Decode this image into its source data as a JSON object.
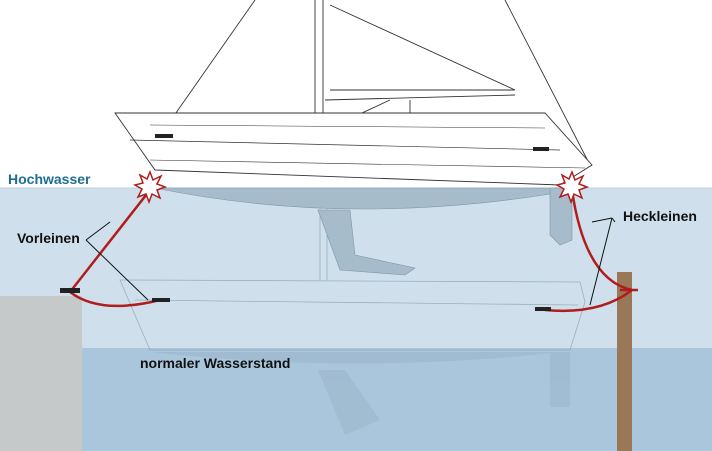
{
  "labels": {
    "high_water": "Hochwasser",
    "bow_lines": "Vorleinen",
    "stern_lines": "Heckleinen",
    "normal_water": "normaler Wasserstand"
  },
  "colors": {
    "high_water": "#cfe0ec",
    "normal_water": "#a9c6dc",
    "hull": "#a7bccb",
    "line": "#b01d1d",
    "label_accent": "#1e6e93",
    "pier": "#c6c9ca",
    "post": "#9a7756"
  }
}
